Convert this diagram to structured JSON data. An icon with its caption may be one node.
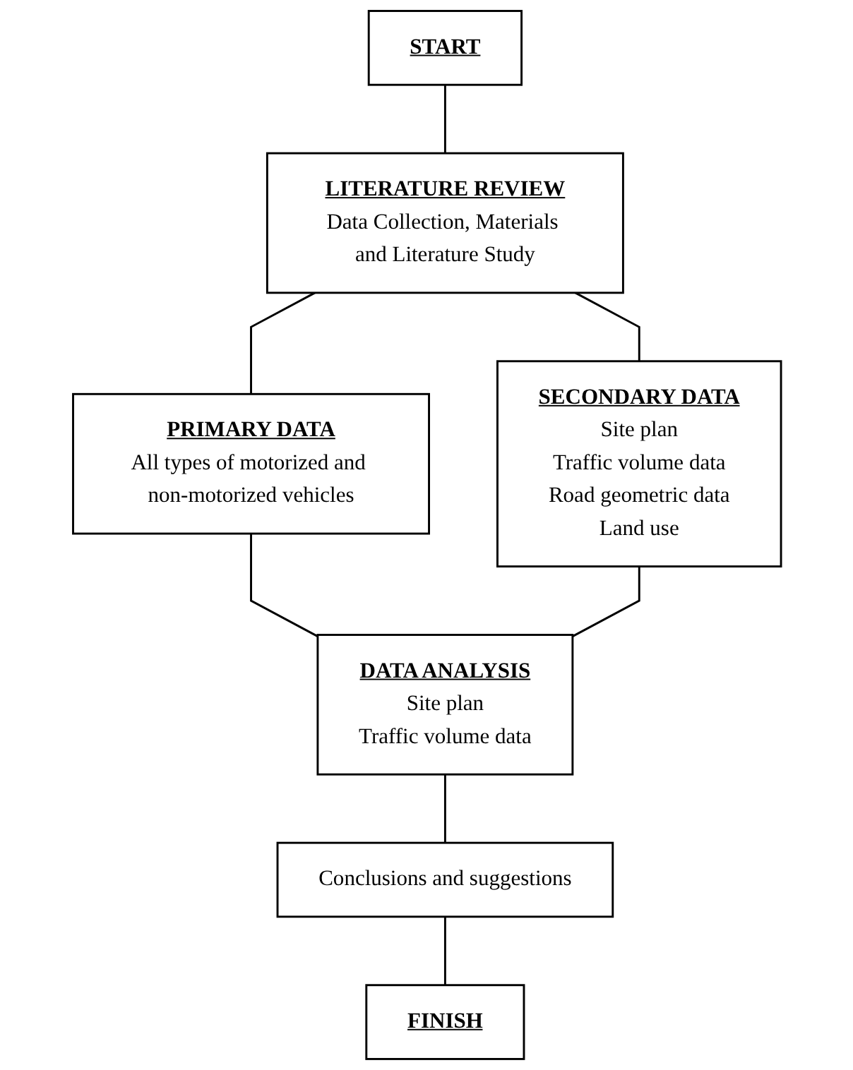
{
  "diagram": {
    "nodes": [
      {
        "text": [
          "START"
        ]
      },
      {
        "text": [
          "LITERATURE REVIEW",
          "Data Collection, Materials and Literature Study"
        ]
      },
      {
        "text": [
          "PRIMARY DATA",
          "All types of motorized and non-motorized vehicles"
        ]
      },
      {
        "text": [
          "SECONDARY DATA",
          "Site plan",
          "Traffic volume data",
          "Road geometric data",
          "Land use"
        ]
      },
      {
        "text": [
          "DATA ANALYSIS",
          "Site plan",
          "Traffic volume data"
        ]
      },
      {
        "text": [
          "Conclusions and suggestions"
        ]
      },
      {
        "text": [
          "FINISH"
        ]
      }
    ],
    "edges": [
      {
        "from": 0,
        "to": 1,
        "arrow": "none"
      },
      {
        "from": 1,
        "to": 2,
        "arrow": "none"
      },
      {
        "from": 1,
        "to": 3,
        "arrow": "none"
      },
      {
        "from": 2,
        "to": 4,
        "arrow": "none"
      },
      {
        "from": 3,
        "to": 4,
        "arrow": "none"
      },
      {
        "from": 4,
        "to": 5,
        "arrow": "none"
      },
      {
        "from": 5,
        "to": 6,
        "arrow": "none"
      }
    ]
  }
}
